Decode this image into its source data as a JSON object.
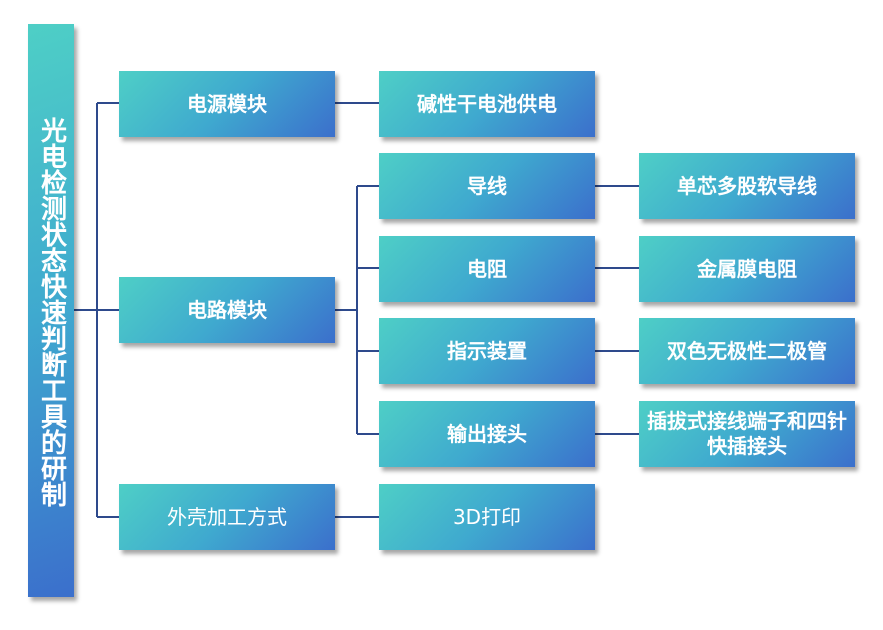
{
  "root": {
    "label": "光电检测状态快速判断工具的研制"
  },
  "modules": [
    {
      "label": "电源模块",
      "children": [
        {
          "label": "碱性干电池供电",
          "leaf": null
        }
      ]
    },
    {
      "label": "电路模块",
      "children": [
        {
          "label": "导线",
          "leaf": "单芯多股软导线"
        },
        {
          "label": "电阻",
          "leaf": "金属膜电阻"
        },
        {
          "label": "指示装置",
          "leaf": "双色无极性二极管"
        },
        {
          "label": "输出接头",
          "leaf": "插拔式接线端子和四针快插接头"
        }
      ]
    },
    {
      "label": "外壳加工方式",
      "children": [
        {
          "label": "3D打印",
          "leaf": null
        }
      ]
    }
  ]
}
